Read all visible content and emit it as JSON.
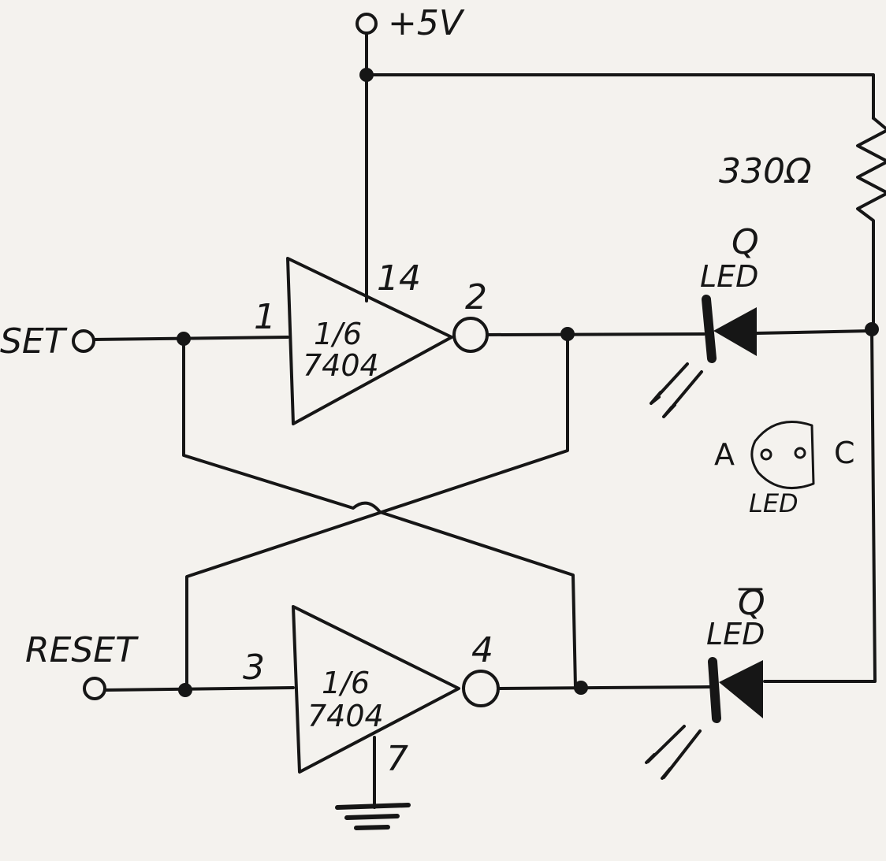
{
  "supply": {
    "label": "+5V"
  },
  "resistor": {
    "label": "330Ω"
  },
  "inputs": {
    "set": "SET",
    "reset": "RESET"
  },
  "gates": [
    {
      "fraction": "1/6",
      "part": "7404",
      "pin_in": "1",
      "pin_out": "2",
      "pin_vcc": "14"
    },
    {
      "fraction": "1/6",
      "part": "7404",
      "pin_in": "3",
      "pin_out": "4",
      "pin_gnd": "7"
    }
  ],
  "leds": {
    "q_label": "Q",
    "qbar_label": "Q",
    "led_label": "LED"
  },
  "pinout": {
    "anode": "A",
    "cathode": "C",
    "label": "LED"
  }
}
